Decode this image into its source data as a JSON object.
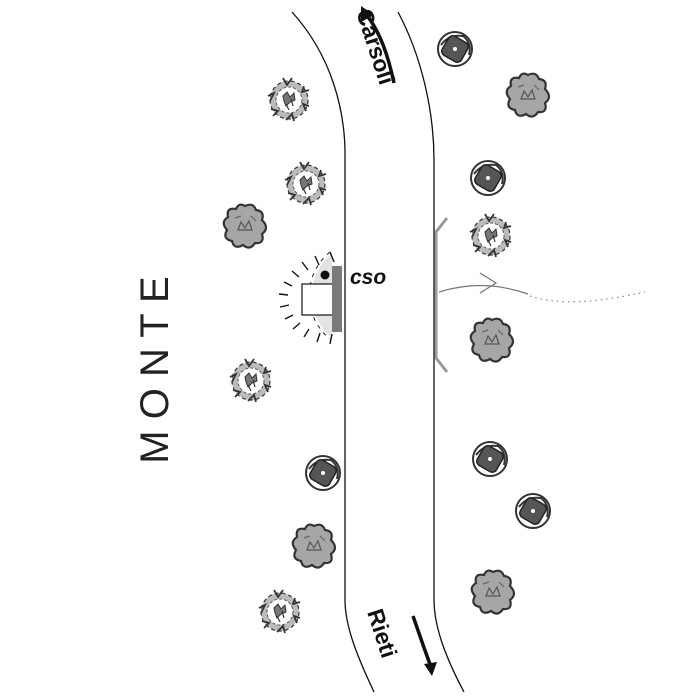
{
  "map": {
    "labels": {
      "mountain": "M O N T E",
      "north_destination": "Carsoli",
      "south_destination": "Rieti",
      "station": "cso"
    },
    "colors": {
      "road_line": "#111111",
      "guardrail": "#999999",
      "station_bar": "#7a7a7a",
      "conifer_ring": "#444444",
      "conifer_core": "#555555",
      "broadleaf_fill": "#a6a6a6",
      "shrub_fill": "#bbbbbb",
      "slope_fill": "#e3e3e3"
    },
    "icons": {
      "conifer": "conifer-tree-icon",
      "broadleaf": "broadleaf-tree-icon",
      "shrub": "shrub-icon",
      "direction": "arrow-icon"
    }
  }
}
